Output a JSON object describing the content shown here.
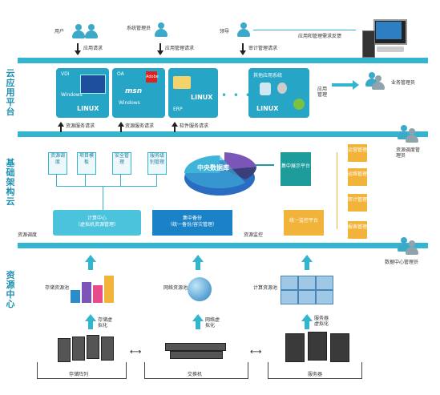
{
  "layers": {
    "cloud_app": "云应用平台",
    "infra": "基础架构云",
    "resource": "资源中心"
  },
  "top_users": {
    "user": "用户",
    "dept": "系统管理员",
    "leader": "领导",
    "user_req": "应用请求",
    "dept_req": "应用管理请求",
    "leader_req": "审计管理请求",
    "app_mgmt_label": "应用和管理需求反馈",
    "biz_manager": "业务管理员"
  },
  "apps": {
    "vdi": "VDI",
    "oa": "OA",
    "erp": "ERP",
    "other": "其他应用系统",
    "msn": "msn",
    "linux": "LINUX",
    "adobe": "Adobe",
    "windows": "Windows",
    "app_mgmt": "应用管理"
  },
  "service_requests": {
    "r1": "资源服务请求",
    "r2": "资源服务请求",
    "r3": "软件服务请求"
  },
  "infra_boxes": {
    "b1": "资源调度",
    "b2": "项目模板",
    "b3": "安全管理",
    "b4": "服务级别管理",
    "compute_center": "计算中心",
    "compute_sub": "（虚拟机资源管理）",
    "storage_backup": "集中备份",
    "storage_sub": "（统一备份/容灾管理）",
    "central_db": "中央数据库",
    "central_display": "集中展示平台",
    "unified_monitor": "统一监控平台",
    "res_schedule": "资源调度",
    "res_monitor": "资源监控"
  },
  "mgmt_boxes": {
    "m1": "运营管理",
    "m2": "运维管理",
    "m3": "审计管理",
    "m4": "报表管理"
  },
  "right_people": {
    "res_admin": "资源调度管理员",
    "dc_admin": "数据中心管理员"
  },
  "resources": {
    "storage_pool": "存储资源池",
    "network_pool": "网络资源池",
    "compute_pool": "计算资源池",
    "storage_virt": "存储虚拟化",
    "network_virt": "网络虚拟化",
    "server_virt": "服务器虚拟化",
    "storage_array": "存储阵列",
    "switch": "交换机",
    "server": "服务器"
  },
  "pie_colors": {
    "cyan": "#3fb4d8",
    "purple": "#7b55b8",
    "blue": "#2a6cc2",
    "dark": "#3a3f7a"
  }
}
